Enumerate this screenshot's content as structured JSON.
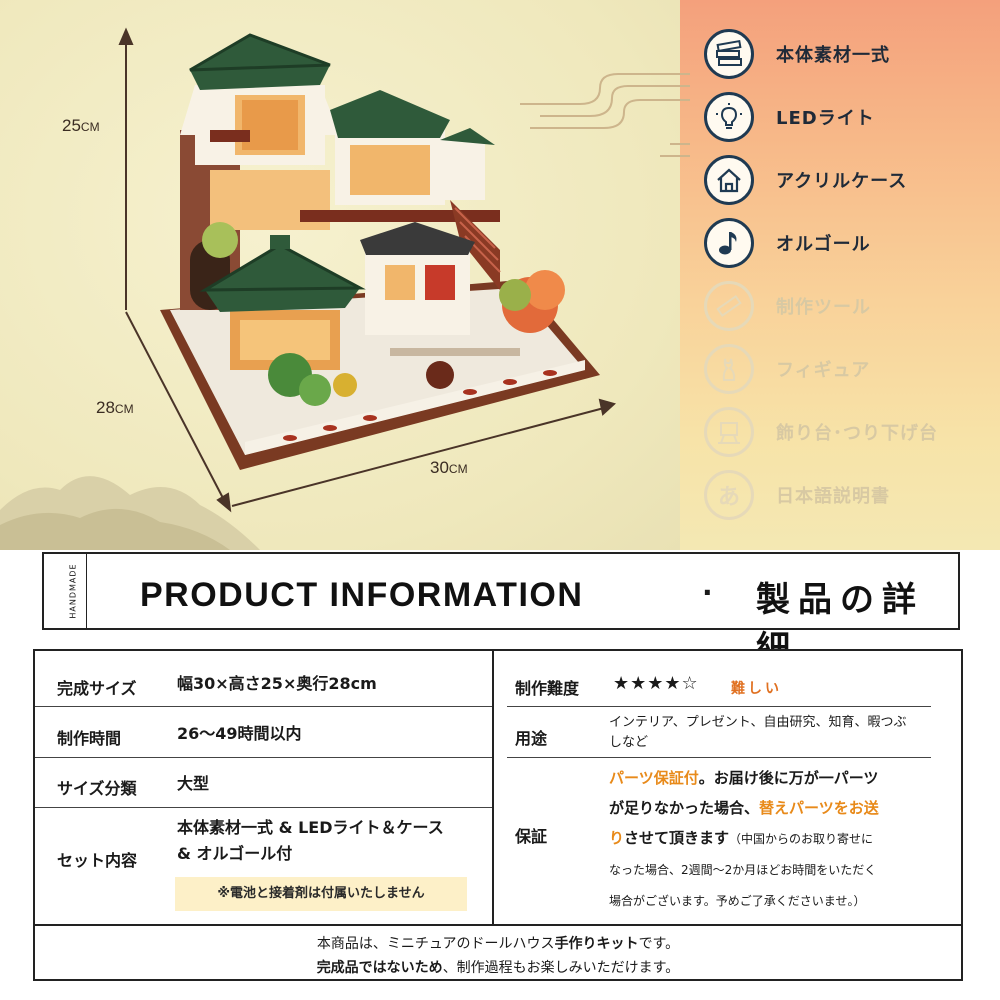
{
  "hero": {
    "dimensions": {
      "height": "25",
      "depth": "28",
      "width": "30",
      "unit": "CM"
    },
    "features": [
      {
        "icon": "materials-icon",
        "label": "本体素材一式",
        "active": true
      },
      {
        "icon": "lightbulb-icon",
        "label": "LEDライト",
        "active": true
      },
      {
        "icon": "house-icon",
        "label": "アクリルケース",
        "active": true
      },
      {
        "icon": "music-note-icon",
        "label": "オルゴール",
        "active": true
      },
      {
        "icon": "ruler-icon",
        "label": "制作ツール",
        "active": false
      },
      {
        "icon": "cat-figure-icon",
        "label": "フィギュア",
        "active": false
      },
      {
        "icon": "display-stand-icon",
        "label": "飾り台･つり下げ台",
        "active": false
      },
      {
        "icon": "hiragana-a-icon",
        "label": "日本語説明書",
        "active": false
      }
    ]
  },
  "info": {
    "handmade_tag": "HANDMADE",
    "title": "PRODUCT INFORMATION",
    "separator": "·",
    "title_jp": "製品の詳細"
  },
  "table": {
    "left": [
      {
        "label": "完成サイズ",
        "value": "幅30×高さ25×奥行28cm"
      },
      {
        "label": "制作時間",
        "value": "26～49時間以内"
      },
      {
        "label": "サイズ分類",
        "value": "大型"
      },
      {
        "label": "セット内容",
        "value_line1": "本体素材一式 & LEDライト＆ケース",
        "value_line2": "& オルゴール付"
      }
    ],
    "note": "※電池と接着剤は付属いたしません",
    "right": {
      "difficulty_label": "制作難度",
      "stars": "★★★★☆",
      "difficulty_text": "難しい",
      "usage_label": "用途",
      "usage_line1": "インテリア、プレゼント、自由研究、知育、暇つぶ",
      "usage_line2": "しなど",
      "warranty_label": "保証",
      "warranty": {
        "p1": "パーツ保証付",
        "p2": "。お届け後に万が一パーツ",
        "p3": "が足りなかった場合、",
        "p4": "替えパーツをお送",
        "p5": "り",
        "p6": "させて頂きます",
        "p7": "（中国からのお取り寄せに",
        "p8": "なった場合、2週間〜2か月ほどお時間をいただく",
        "p9": "場合がございます。予めご了承くださいませ。）"
      }
    },
    "footer": {
      "line1_a": "本商品は、ミニチュアのドールハウス",
      "line1_b": "手作りキット",
      "line1_c": "です。",
      "line2_a": "完成品ではないため",
      "line2_b": "、制作過程もお楽しみいただけます。"
    }
  }
}
